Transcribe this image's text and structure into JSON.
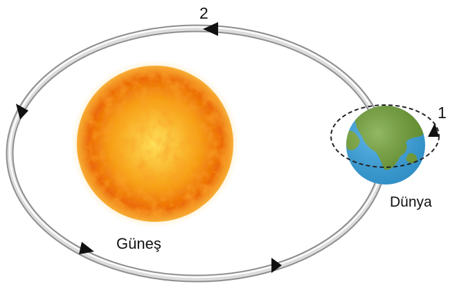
{
  "diagram": {
    "sun": {
      "label": "Güneş"
    },
    "earth": {
      "label": "Dünya"
    },
    "markers": {
      "orbit": "2",
      "rotation": "1"
    },
    "colors": {
      "sun_core": "#ffd23a",
      "sun_mid": "#f59a12",
      "sun_edge": "#e2540a",
      "ocean": "#37a8e8",
      "land": "#6fa132",
      "orbit_light": "#f4f4f4",
      "orbit_dark": "#9a9a9a",
      "arrow": "#111111"
    },
    "orbit_direction": "counterclockwise"
  }
}
